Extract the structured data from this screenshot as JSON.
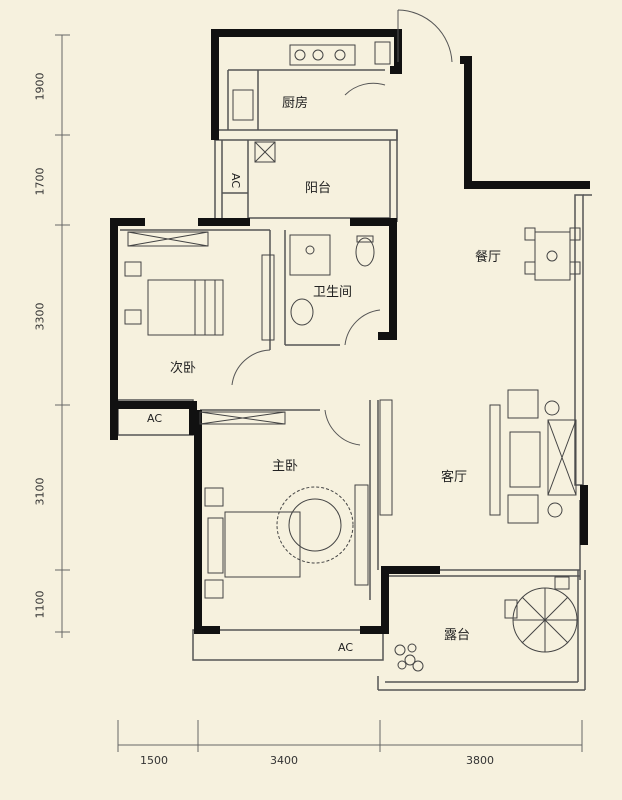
{
  "rooms": {
    "kitchen": "厨房",
    "balcony": "阳台",
    "dining": "餐厅",
    "bathroom": "卫生间",
    "second_bedroom": "次卧",
    "master_bedroom": "主卧",
    "living_room": "客厅",
    "terrace": "露台"
  },
  "ac_labels": {
    "balcony_ac": "AC",
    "second_bedroom_ac": "AC",
    "master_bedroom_ac": "AC"
  },
  "dimensions": {
    "left": [
      "1900",
      "1700",
      "3300",
      "3100",
      "1100"
    ],
    "bottom": [
      "1500",
      "3400",
      "3800"
    ]
  },
  "colors": {
    "background": "#f6f1de",
    "wall": "#111111",
    "line": "#555555"
  }
}
